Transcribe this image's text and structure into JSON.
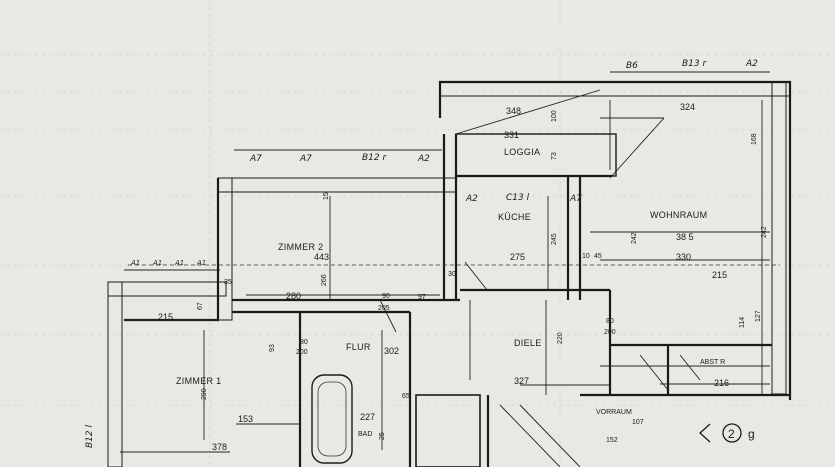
{
  "top_annotations": {
    "b6": "B6",
    "b13": "B13 r",
    "a2": "A2",
    "a7_1": "A7",
    "a7_2": "A7",
    "b12": "B12 r",
    "a2b": "A2",
    "a1_1": "A1",
    "a1_2": "A1",
    "a1_3": "A1",
    "a1_4": "A1",
    "b12_side": "B12 l",
    "c13": "C13 l",
    "a2_kitchen": "A2",
    "a7_kitchen": "A7"
  },
  "rooms": {
    "loggia": "LOGGIA",
    "kueche": "KÜCHE",
    "wohnraum": "WOHNRAUM",
    "zimmer2": "ZIMMER 2",
    "zimmer1": "ZIMMER 1",
    "flur": "FLUR",
    "diele": "DIELE",
    "abstr": "ABST R",
    "vorraum": "VORRAUM",
    "bad": "BAD"
  },
  "dimensions": {
    "d348": "348",
    "d324": "324",
    "d331": "331",
    "d100": "100",
    "d73": "73",
    "d1685": "168",
    "d385": "38 5",
    "d242a": "242",
    "d242b": "242",
    "d245": "245",
    "d443": "443",
    "d275": "275",
    "d330": "330",
    "d2155": "215",
    "d280": "280",
    "d215": "215",
    "d302": "302",
    "d220": "220",
    "d290": "290",
    "d153": "153",
    "d378": "378",
    "d3275": "327",
    "d2275": "227",
    "d216": "216",
    "d152": "152",
    "d107": "107",
    "d200a": "200",
    "d200b": "200",
    "d80a": "80",
    "d80b": "80",
    "d90": "90",
    "d205": "205",
    "d97": "97",
    "d10": "10",
    "d45": "45",
    "d35": "35",
    "d15": "15",
    "d65": "65",
    "d25": "25",
    "d30": "30",
    "d67": "67",
    "d1145": "114",
    "d127": "127",
    "d2665": "266",
    "d93": "93"
  },
  "marker": {
    "circle_label": "2",
    "suffix": "g"
  }
}
